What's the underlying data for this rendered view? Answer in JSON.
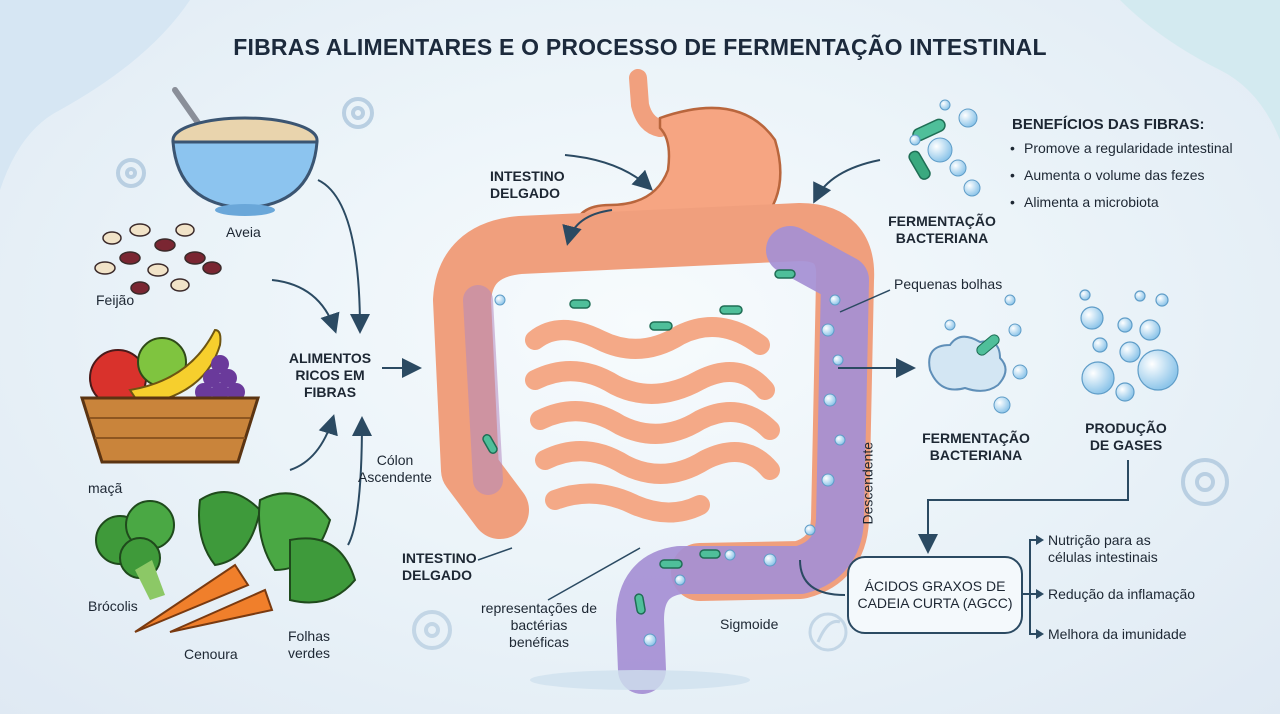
{
  "title": "FIBRAS ALIMENTARES E O PROCESSO DE FERMENTAÇÃO INTESTINAL",
  "foods": {
    "aveia": "Aveia",
    "feijao": "Feijão",
    "maca": "maçã",
    "brocolis": "Brócolis",
    "cenoura": "Cenoura",
    "folhas": "Folhas verdes"
  },
  "center": {
    "alimentos": "ALIMENTOS RICOS EM FIBRAS",
    "colon_ascendente": "Cólon Ascendente",
    "intestino_delgado_top": "INTESTINO DELGADO",
    "intestino_delgado_bottom": "INTESTINO DELGADO",
    "bacterias": "representações de bactérias benéficas",
    "sigmoide": "Sigmoide",
    "descendente": "Descendente",
    "pequenas_bolhas": "Pequenas bolhas"
  },
  "right": {
    "fermentacao_top": "FERMENTAÇÃO BACTERIANA",
    "fermentacao_mid": "FERMENTAÇÃO BACTERIANA",
    "producao_gases": "PRODUÇÃO DE GASES",
    "beneficios_title": "BENEFÍCIOS DAS FIBRAS:",
    "beneficios": [
      "Promove a regularidade intestinal",
      "Aumenta o volume das fezes",
      "Alimenta a microbiota"
    ],
    "agcc": "ÁCIDOS GRAXOS DE CADEIA CURTA (AGCC)",
    "outcomes": [
      "Nutrição para as células intestinais",
      "Redução da inflamação",
      "Melhora da imunidade"
    ]
  },
  "colors": {
    "intestine": "#f3a07d",
    "colon": "#9b8ad1",
    "bacteria": "#4fbf9a",
    "arrow": "#2b4a62"
  }
}
